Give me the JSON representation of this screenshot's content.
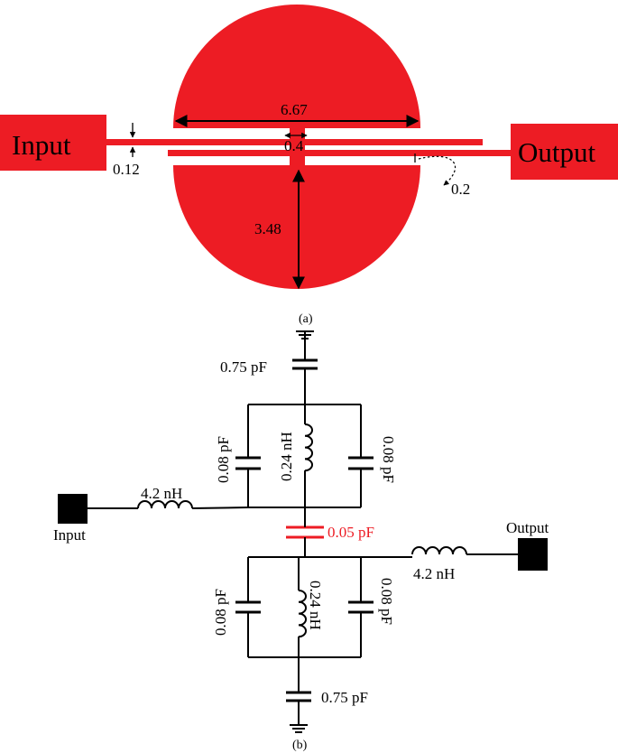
{
  "layout_a": {
    "input_label": "Input",
    "output_label": "Output",
    "dim_width": "6.67",
    "dim_gap": "0.4",
    "dim_line": "0.12",
    "dim_spacing": "0.2",
    "dim_radius": "3.48",
    "caption": "(a)",
    "colors": {
      "metal": "#ed1c24",
      "dimension": "#000000"
    }
  },
  "circuit_b": {
    "top_shunt_cap": "0.75 pF",
    "top_left_cap": "0.08 pF",
    "top_inductor": "0.24 nH",
    "top_right_cap": "0.08 pF",
    "input_inductor": "4.2 nH",
    "input_label": "Input",
    "coupling_cap": "0.05 pF",
    "output_label": "Output",
    "output_inductor": "4.2 nH",
    "bottom_left_cap": "0.08 pF",
    "bottom_inductor": "0.24 nH",
    "bottom_right_cap": "0.08 pF",
    "bottom_shunt_cap": "0.75 pF",
    "caption": "(b)",
    "colors": {
      "coupling": "#ed1c24",
      "wire": "#000000"
    }
  }
}
